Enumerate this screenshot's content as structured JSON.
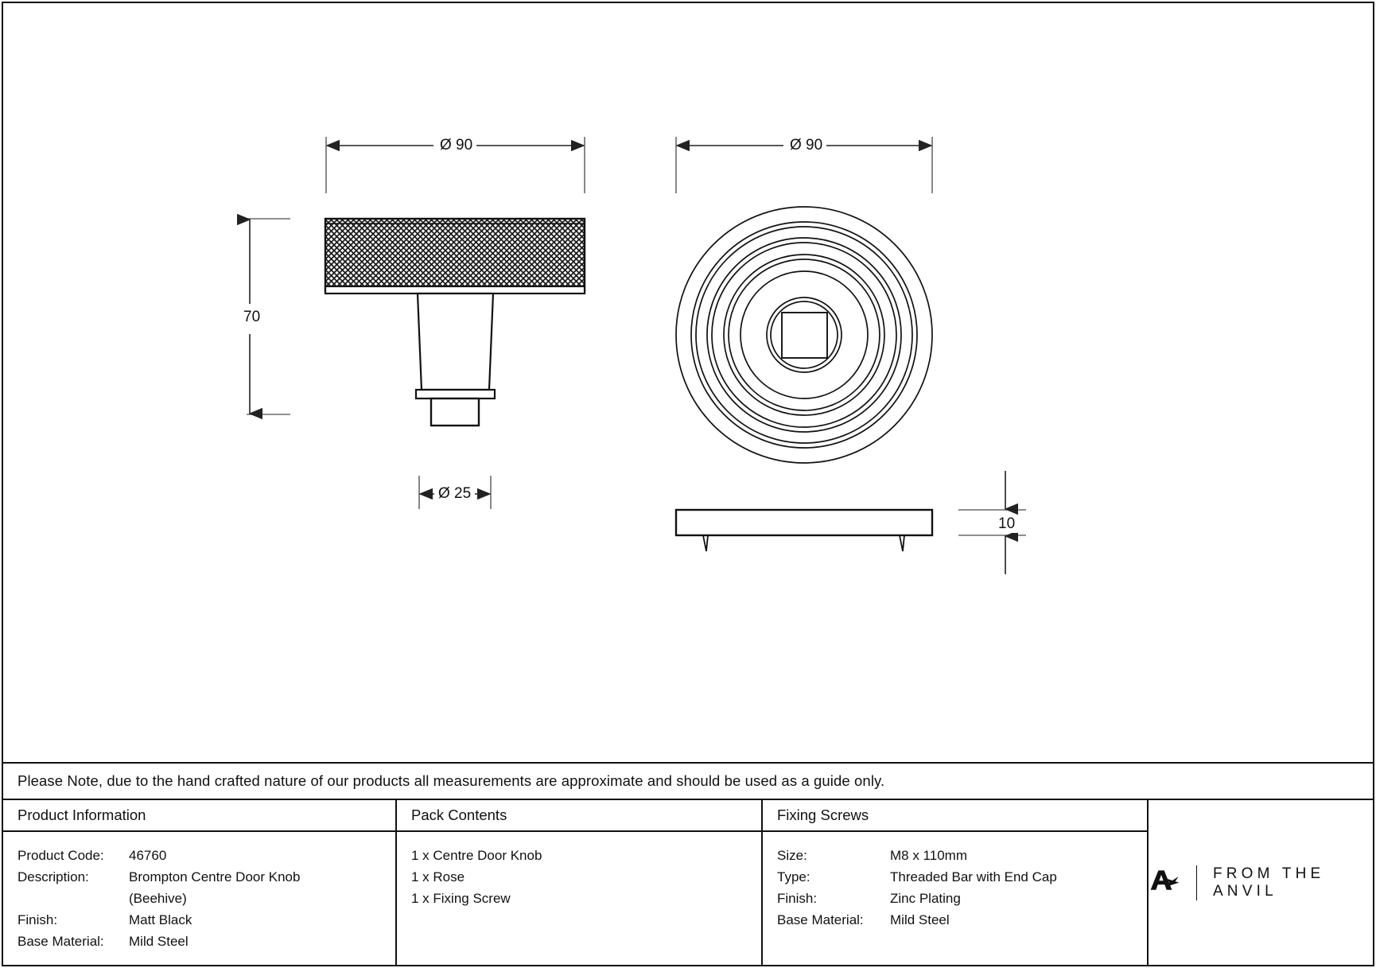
{
  "note": {
    "text": "Please Note, due to the hand crafted nature of our products all measurements are approximate and should be used as a guide only."
  },
  "dimensions": {
    "knob_diameter": "Ø 90",
    "knob_height": "70",
    "stem_diameter": "Ø 25",
    "rose_diameter": "Ø 90",
    "rose_thickness": "10"
  },
  "product_information": {
    "header": "Product Information",
    "rows": [
      {
        "label": "Product Code:",
        "value": "46760"
      },
      {
        "label": "Description:",
        "value": "Brompton Centre Door Knob",
        "value_line2": "(Beehive)"
      },
      {
        "label": "Finish:",
        "value": "Matt Black"
      },
      {
        "label": "Base Material:",
        "value": "Mild Steel"
      }
    ]
  },
  "pack_contents": {
    "header": "Pack Contents",
    "items": [
      "1 x Centre Door Knob",
      "1 x Rose",
      "1 x Fixing Screw"
    ]
  },
  "fixing_screws": {
    "header": "Fixing Screws",
    "rows": [
      {
        "label": "Size:",
        "value": "M8 x 110mm"
      },
      {
        "label": "Type:",
        "value": "Threaded Bar with End Cap"
      },
      {
        "label": "Finish:",
        "value": "Zinc Plating"
      },
      {
        "label": "Base Material:",
        "value": "Mild Steel"
      }
    ]
  },
  "brand": {
    "wordmark": "FROM THE ANVIL",
    "logo_icon": "anvil-a-mark"
  },
  "colors": {
    "line": "#111111",
    "dim_line": "#555555",
    "background": "#ffffff"
  }
}
